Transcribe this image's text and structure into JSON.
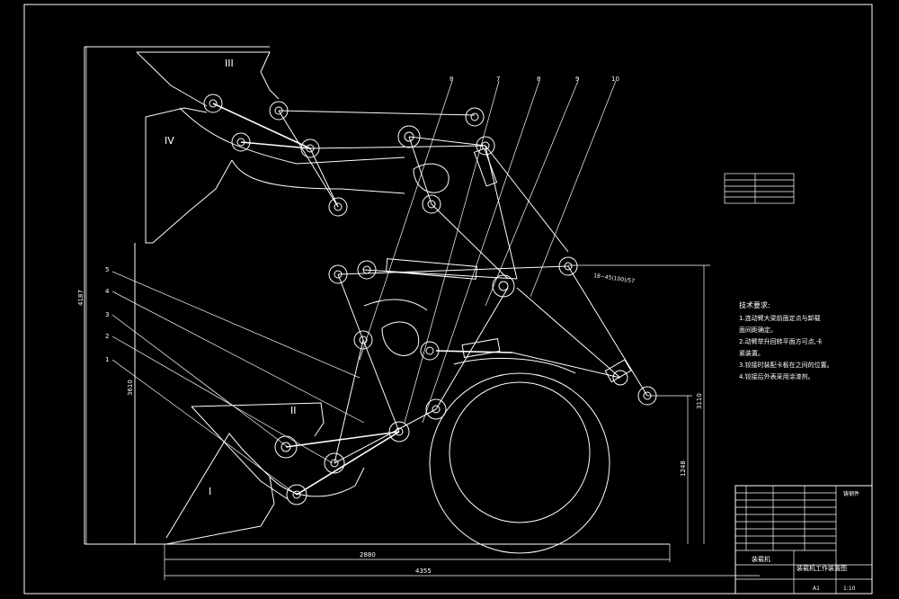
{
  "drawing": {
    "regions": {
      "r1": "I",
      "r2": "II",
      "r3": "III",
      "r4": "IV"
    },
    "part_numbers": {
      "p1": "8",
      "p2": "7",
      "p3": "8",
      "p4": "9",
      "p5": "10",
      "p6": "5",
      "p7": "4",
      "p8": "3",
      "p9": "2",
      "p10": "1"
    },
    "dimensions": {
      "d_bottom_1": "2880",
      "d_bottom_2": "4355",
      "d_left_1": "4187",
      "d_left_2": "3610",
      "d_right_1": "3110",
      "d_right_2": "1248",
      "angle_note": "18~45(100)/57"
    },
    "tech_requirements": {
      "title": "技术要求:",
      "items": [
        "1.连动臂大梁前面定点与卸载",
        "面间距确定。",
        "2.动臂举升回转平面方可点,卡",
        "紧装置。",
        "3.铰接时装配卡板在之间的位置。",
        "4.铰接后外表采用涂漆剂。"
      ]
    },
    "title_block": {
      "title": "装载机工作装置图",
      "material": "铸钢件",
      "scale": "1:10",
      "sheet": "A1",
      "school": "装载机"
    }
  }
}
